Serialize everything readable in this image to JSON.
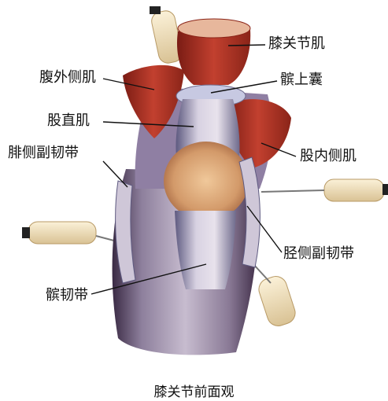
{
  "labels": {
    "patellar_surface_muscle": "膝关节肌",
    "vastus_lateralis": "腹外侧肌",
    "suprapatellar_bursa": "髌上囊",
    "rectus_femoris": "股直肌",
    "vastus_medialis": "股内侧肌",
    "fibular_collateral_ligament": "腓侧副韧带",
    "tibial_collateral_ligament": "胫侧副韧带",
    "patellar_ligament": "髌韧带"
  },
  "caption": "膝关节前面观",
  "colors": {
    "muscle": "#b8362a",
    "muscle_dark": "#7a1c14",
    "tendon": "#cfc7d8",
    "tendon_shadow": "#6e6a8c",
    "bone": "#d9a87a",
    "pin": "#f3e2bd",
    "leader_line": "#111111"
  }
}
